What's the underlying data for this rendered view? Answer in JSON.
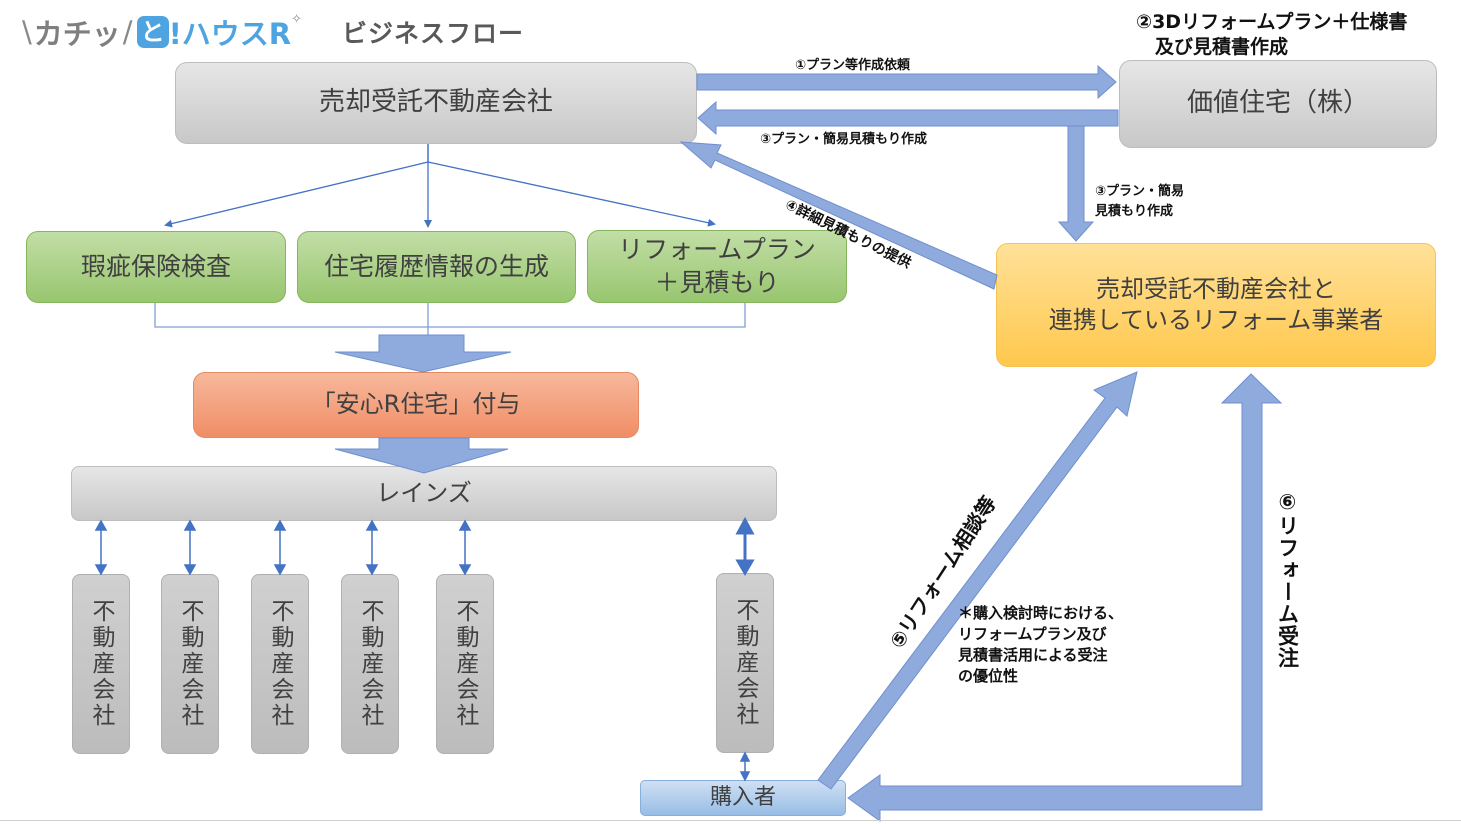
{
  "header": {
    "logo_text": "カチッとハウスR",
    "logo_prefix": "カチッ",
    "logo_to": "と",
    "logo_suffix": "!ハウスR",
    "title": "ビジネスフロー"
  },
  "nodes": {
    "baikyaku": "売却受託不動産会社",
    "kachi": "価値住宅（株）",
    "kashi": "瑕疵保険検査",
    "rireki": "住宅履歴情報の生成",
    "reform_plan_line1": "リフォームプラン",
    "reform_plan_line2": "＋見積もり",
    "anshin": "「安心R住宅」付与",
    "reins": "レインズ",
    "partner_line1": "売却受託不動産会社と",
    "partner_line2": "連携しているリフォーム事業者",
    "realtor": "不動産会社",
    "buyer": "購入者"
  },
  "labels": {
    "l1": "①プラン等作成依頼",
    "l2": "②3Dリフォームプラン＋仕様書\n　及び見積書作成",
    "l3a": "③プラン・簡易見積もり作成",
    "l3b": "③プラン・簡易\n見積もり作成",
    "l4": "④詳細見積もりの提供",
    "l5": "⑤リフォーム相談等",
    "l6": "⑥リフォーム受注",
    "note": "＊購入検討時における、\nリフォームプラン及び\n見積書活用による受注\nの優位性"
  },
  "colors": {
    "arrow": "#8faadc",
    "arrow_stroke": "#6f8fcf",
    "connector": "#4472c4",
    "gray_box": "#d0d0d0",
    "green_box": "#a9d18e",
    "orange_box": "#f4b183",
    "yellow_box": "#ffd966",
    "blue_box": "#bdd7ee"
  }
}
